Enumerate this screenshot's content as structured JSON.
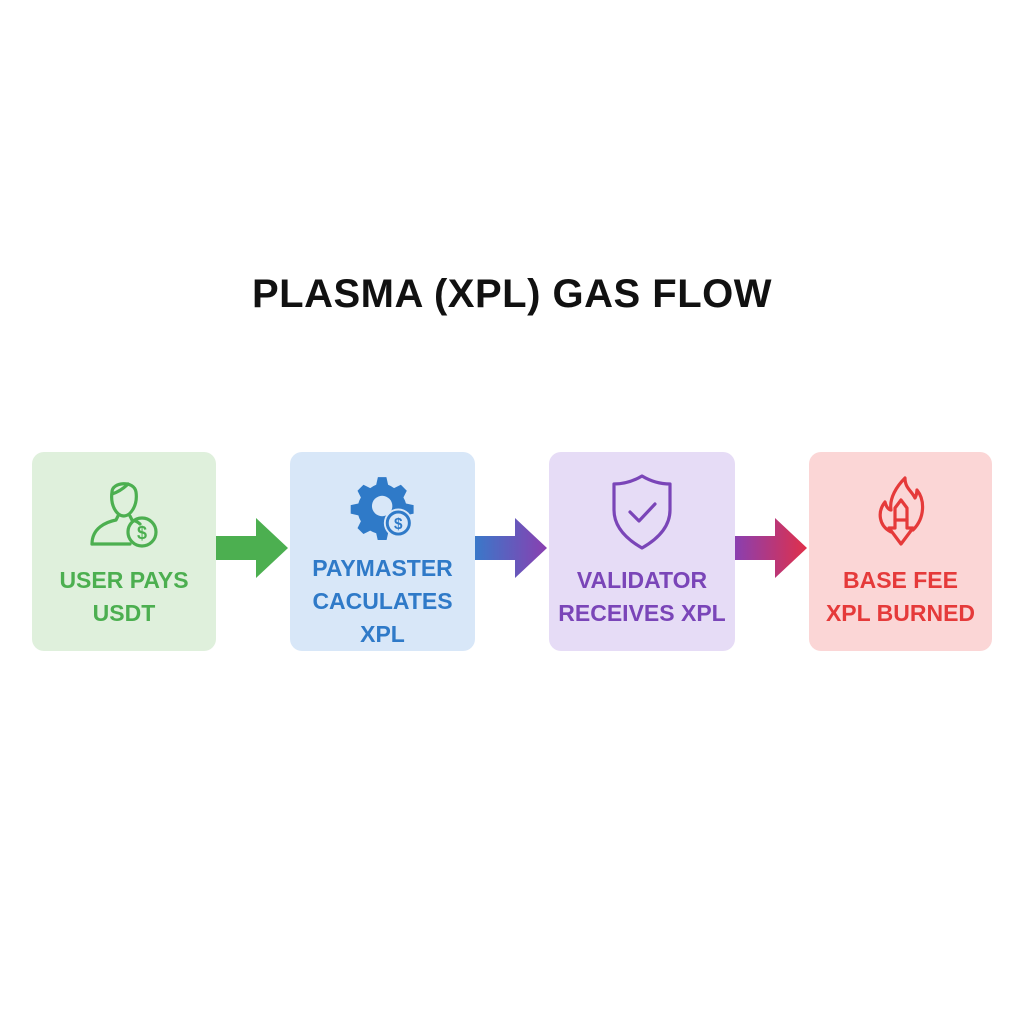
{
  "title": "PLASMA (XPL) GAS FLOW",
  "steps": [
    {
      "line1": "USER PAYS",
      "line2": "USDT",
      "icon": "user-dollar-icon",
      "color": "#4caf50"
    },
    {
      "line1": "PAYMASTER",
      "line2": "CACULATES XPL",
      "icon": "gear-dollar-icon",
      "color": "#2f7ac8"
    },
    {
      "line1": "VALIDATOR",
      "line2": "RECEIVES XPL",
      "icon": "shield-check-icon",
      "color": "#7a45b8"
    },
    {
      "line1": "BASE FEE",
      "line2": "XPL BURNED",
      "icon": "flame-down-arrow-icon",
      "color": "#e53a3a"
    }
  ],
  "arrows": [
    {
      "from": "#4caf50",
      "to": "#4caf50"
    },
    {
      "from": "#3a78c9",
      "to": "#8a3fb0"
    },
    {
      "from": "#8a3fb0",
      "to": "#e0304a"
    }
  ]
}
